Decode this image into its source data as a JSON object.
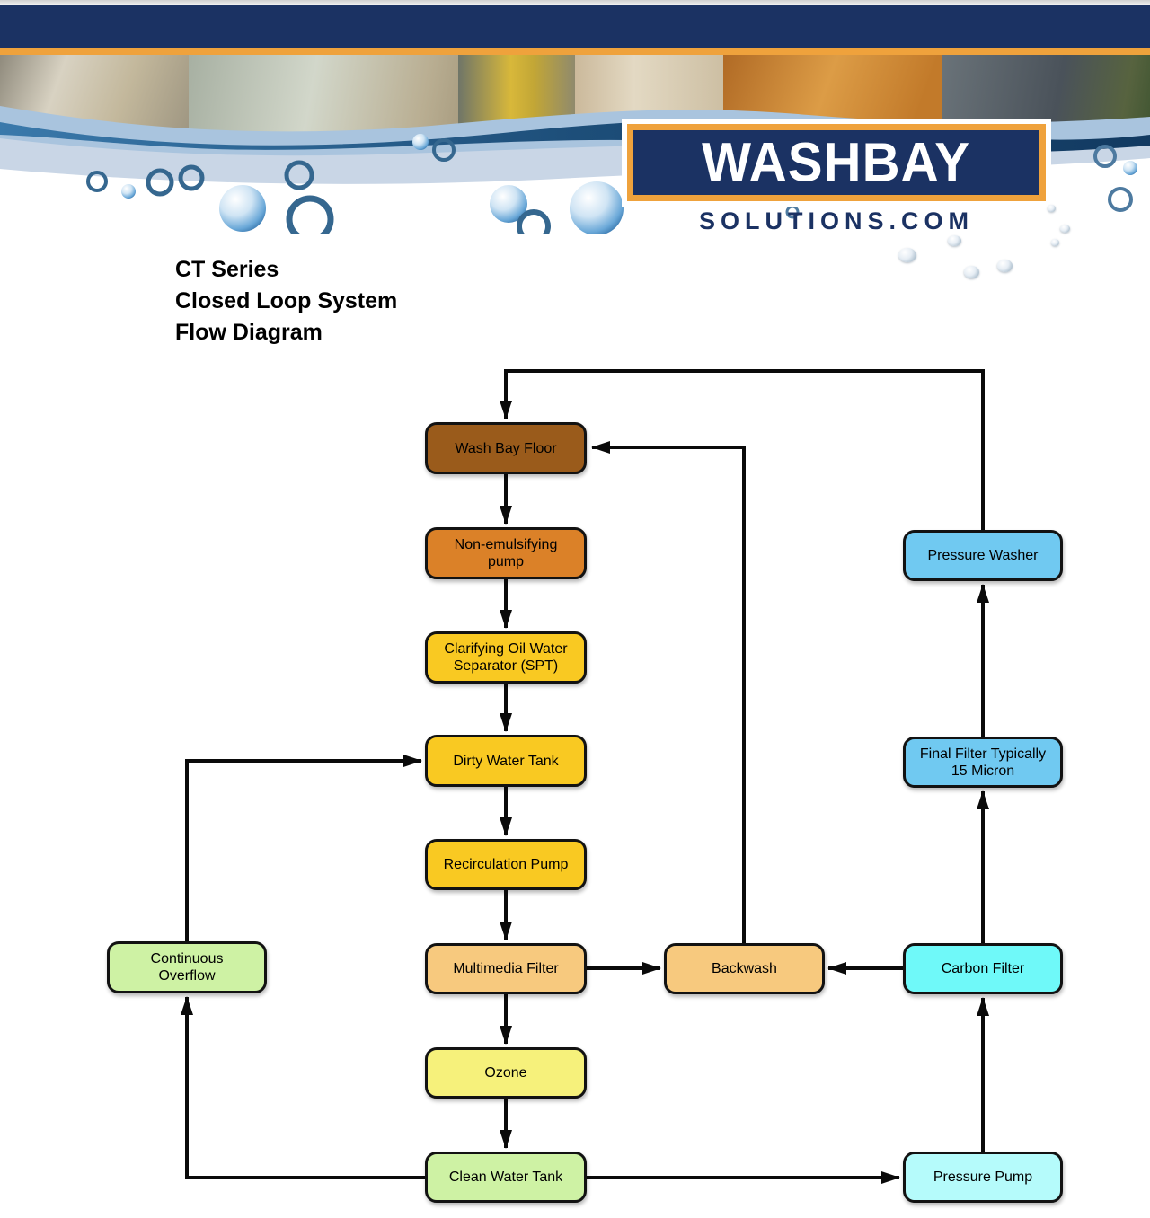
{
  "header": {
    "logo": {
      "title": "WASHBAY",
      "subtitle": "SOLUTIONS.COM"
    },
    "colors": {
      "navy": "#1b3263",
      "orange": "#efa23c"
    },
    "photos": [
      "truck-wash-bay",
      "stainless-tank",
      "pressure-washing-forklift",
      "equipment-room",
      "bulldozer-wash",
      "boat-hull"
    ]
  },
  "title": {
    "lines": [
      "CT Series",
      "Closed Loop System",
      "Flow Diagram"
    ]
  },
  "diagram": {
    "line_color": "#0a0a0a",
    "nodes": {
      "wash_bay_floor": {
        "label": "Wash Bay Floor",
        "color": "#9a5b1b"
      },
      "non_emulsifying_pump": {
        "label": "Non-emulsifying pump",
        "color": "#db8128"
      },
      "clarifying_separator": {
        "label": "Clarifying Oil Water Separator (SPT)",
        "color": "#f9c922"
      },
      "dirty_water_tank": {
        "label": "Dirty Water Tank",
        "color": "#f9c922"
      },
      "recirculation_pump": {
        "label": "Recirculation Pump",
        "color": "#f9c922"
      },
      "multimedia_filter": {
        "label": "Multimedia Filter",
        "color": "#f7c97e"
      },
      "ozone": {
        "label": "Ozone",
        "color": "#f6f17b"
      },
      "clean_water_tank": {
        "label": "Clean Water Tank",
        "color": "#cef2a4"
      },
      "continuous_overflow": {
        "label": "Continuous Overflow",
        "color": "#cef2a4"
      },
      "backwash": {
        "label": "Backwash",
        "color": "#f7c97e"
      },
      "pressure_washer": {
        "label": "Pressure Washer",
        "color": "#70c9f1"
      },
      "final_filter": {
        "label": "Final Filter Typically 15 Micron",
        "color": "#70c9f1"
      },
      "carbon_filter": {
        "label": "Carbon Filter",
        "color": "#6ff9f9"
      },
      "pressure_pump": {
        "label": "Pressure Pump",
        "color": "#b5fbfb"
      }
    },
    "edges": [
      {
        "from": "wash_bay_floor",
        "to": "non_emulsifying_pump"
      },
      {
        "from": "non_emulsifying_pump",
        "to": "clarifying_separator"
      },
      {
        "from": "clarifying_separator",
        "to": "dirty_water_tank"
      },
      {
        "from": "dirty_water_tank",
        "to": "recirculation_pump"
      },
      {
        "from": "recirculation_pump",
        "to": "multimedia_filter"
      },
      {
        "from": "multimedia_filter",
        "to": "ozone"
      },
      {
        "from": "ozone",
        "to": "clean_water_tank"
      },
      {
        "from": "multimedia_filter",
        "to": "backwash"
      },
      {
        "from": "carbon_filter",
        "to": "backwash"
      },
      {
        "from": "backwash",
        "to": "wash_bay_floor"
      },
      {
        "from": "clean_water_tank",
        "to": "continuous_overflow"
      },
      {
        "from": "continuous_overflow",
        "to": "dirty_water_tank"
      },
      {
        "from": "clean_water_tank",
        "to": "pressure_pump"
      },
      {
        "from": "pressure_pump",
        "to": "carbon_filter"
      },
      {
        "from": "carbon_filter",
        "to": "final_filter"
      },
      {
        "from": "final_filter",
        "to": "pressure_washer"
      },
      {
        "from": "pressure_washer",
        "to": "wash_bay_floor"
      }
    ]
  }
}
